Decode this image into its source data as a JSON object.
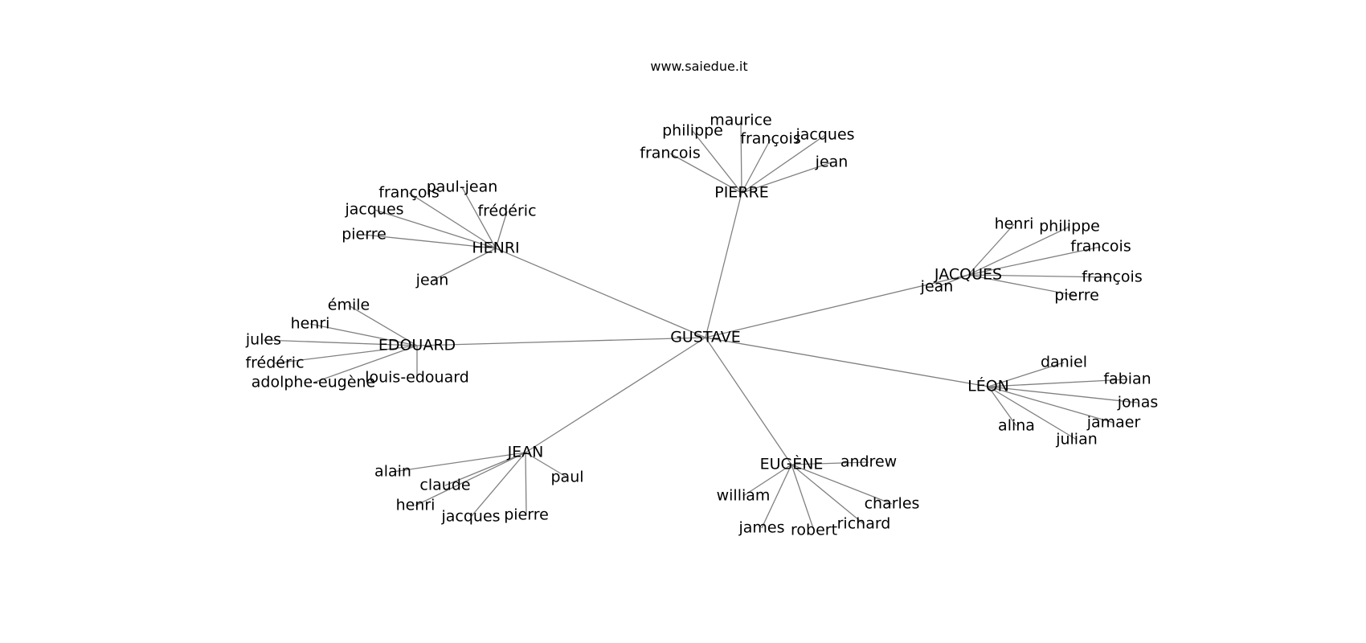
{
  "header": {
    "site": "www.saiedue.it"
  },
  "graph": {
    "root": "GUSTAVE",
    "groups": [
      {
        "name": "PIERRE",
        "children": [
          "maurice",
          "philippe",
          "françois",
          "jacques",
          "francois",
          "jean"
        ]
      },
      {
        "name": "HENRI",
        "children": [
          "paul-jean",
          "françois",
          "frédéric",
          "jacques",
          "pierre",
          "jean"
        ]
      },
      {
        "name": "JACQUES",
        "children": [
          "henri",
          "philippe",
          "francois",
          "françois",
          "pierre",
          "jean"
        ]
      },
      {
        "name": "EDOUARD",
        "children": [
          "émile",
          "henri",
          "jules",
          "frédéric",
          "adolphe-eugène",
          "louis-edouard"
        ]
      },
      {
        "name": "LÉON",
        "children": [
          "daniel",
          "fabian",
          "jonas",
          "jamaer",
          "julian",
          "alina"
        ]
      },
      {
        "name": "JEAN",
        "children": [
          "alain",
          "claude",
          "henri",
          "jacques",
          "pierre",
          "paul"
        ]
      },
      {
        "name": "EUGÈNE",
        "children": [
          "andrew",
          "william",
          "charles",
          "james",
          "robert",
          "richard"
        ]
      }
    ]
  }
}
